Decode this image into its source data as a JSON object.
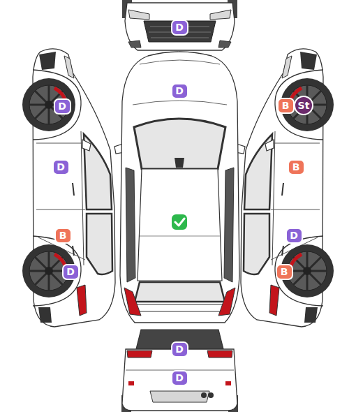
{
  "diagram": {
    "nodes": [
      {
        "text": [
          "D"
        ]
      },
      {
        "text": [
          "D"
        ]
      },
      {
        "text": [
          "D"
        ]
      },
      {
        "text": [
          "B"
        ]
      },
      {
        "text": [
          "St"
        ]
      },
      {
        "text": [
          "D"
        ]
      },
      {
        "text": [
          "B"
        ]
      },
      {
        "text": [
          "B"
        ]
      },
      {
        "text": [
          "D"
        ]
      },
      {
        "text": [
          "D"
        ]
      },
      {
        "text": [
          "B"
        ]
      },
      {
        "text": [
          "D"
        ]
      },
      {
        "text": [
          "D"
        ]
      }
    ]
  }
}
